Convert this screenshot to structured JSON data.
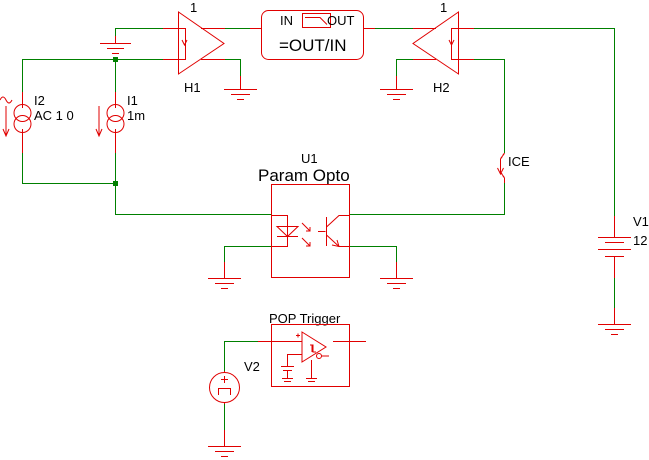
{
  "diagram": {
    "type": "circuit-schematic",
    "components": {
      "H1": {
        "ref": "H1",
        "gain": "1"
      },
      "H2": {
        "ref": "H2",
        "gain": "1"
      },
      "I2": {
        "ref": "I2",
        "value": "AC 1 0"
      },
      "I1": {
        "ref": "I1",
        "value": "1m"
      },
      "math": {
        "in_label": "IN",
        "out_label": "OUT",
        "expr": "=OUT/IN"
      },
      "U1": {
        "ref": "U1",
        "value": "Param Opto"
      },
      "ICE": {
        "label": "ICE"
      },
      "V1": {
        "ref": "V1",
        "value": "12"
      },
      "V2": {
        "ref": "V2"
      },
      "trigger": {
        "label": "POP Trigger"
      }
    },
    "colors": {
      "wire": "#008000",
      "component": "#e00000",
      "text": "#000000"
    }
  }
}
